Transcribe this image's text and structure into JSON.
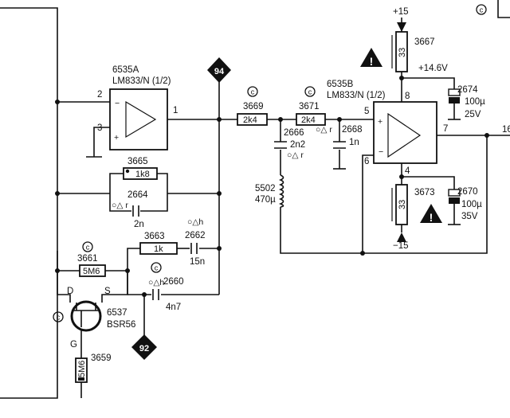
{
  "colors": {
    "ink": "#111111",
    "paper": "#ffffff"
  },
  "opamp_a": {
    "ref": "6535A",
    "part": "LM833/N (1/2)",
    "pin_inv": "2",
    "pin_noninv": "3",
    "pin_out": "1",
    "sign_minus": "−",
    "sign_plus": "+"
  },
  "opamp_b": {
    "ref": "6535B",
    "part": "LM833/N (1/2)",
    "pin_noninv": "5",
    "pin_inv": "6",
    "pin_out": "7",
    "pin_vplus": "8",
    "pin_vminus": "4",
    "sign_plus": "+",
    "sign_minus": "−"
  },
  "nodes": {
    "n94": "94",
    "n92": "92"
  },
  "r3665": {
    "ref": "3665",
    "value": "1k8"
  },
  "c2664": {
    "ref": "2664",
    "value": "2n",
    "mark": "○△ r"
  },
  "r3663": {
    "ref": "3663",
    "value": "1k"
  },
  "c2662": {
    "ref": "2662",
    "value": "15n",
    "mark": "○△h"
  },
  "r3661": {
    "ref": "3661",
    "value": "5M6"
  },
  "c2660": {
    "ref": "2660",
    "value": "4n7",
    "mark": "○△h"
  },
  "fet": {
    "ref": "6537",
    "part": "BSR56",
    "drain": "D",
    "source": "S",
    "gate": "G"
  },
  "r3659": {
    "ref": "3659",
    "value": "5M6"
  },
  "r3669": {
    "ref": "3669",
    "value": "2k4"
  },
  "r3671": {
    "ref": "3671",
    "value": "2k4"
  },
  "c2666": {
    "ref": "2666",
    "value": "2n2",
    "mark": "○△ r"
  },
  "c2668": {
    "ref": "2668",
    "value": "1n",
    "mark": "○△ r"
  },
  "l5502": {
    "ref": "5502",
    "value": "470µ"
  },
  "r3667": {
    "ref": "3667",
    "value": "33"
  },
  "r3673": {
    "ref": "3673",
    "value": "33"
  },
  "c2674": {
    "ref": "2674",
    "value": "100µ",
    "voltage": "25V"
  },
  "c2670": {
    "ref": "2670",
    "value": "100µ",
    "voltage": "35V"
  },
  "supply": {
    "pos": "+15",
    "neg": "−15",
    "pos_node": "+14.6V"
  },
  "marks": {
    "copyright": "c",
    "warning": "!"
  },
  "edge": {
    "out_stub": "16"
  }
}
